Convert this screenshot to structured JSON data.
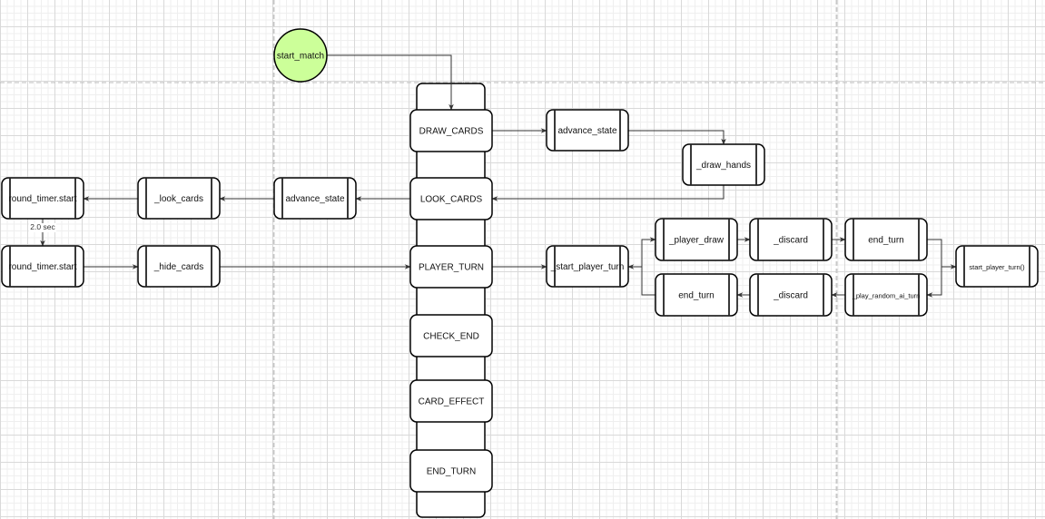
{
  "diagram": {
    "colors": {
      "start_fill": "#ccff99",
      "node_stroke": "#000000",
      "edge_stroke": "#333333",
      "divider": "#c8c8c8"
    },
    "start_node": {
      "id": "start_match",
      "label": "start_match"
    },
    "state_column": [
      {
        "id": "draw_cards",
        "label": "DRAW_CARDS"
      },
      {
        "id": "look_cards",
        "label": "LOOK_CARDS"
      },
      {
        "id": "player_turn",
        "label": "PLAYER_TURN"
      },
      {
        "id": "check_end",
        "label": "CHECK_END"
      },
      {
        "id": "card_effect",
        "label": "CARD_EFFECT"
      },
      {
        "id": "end_turn_state",
        "label": "END_TURN"
      }
    ],
    "process_nodes": [
      {
        "id": "advance_state_right",
        "label": "advance_state"
      },
      {
        "id": "draw_hands",
        "label": "_draw_hands"
      },
      {
        "id": "advance_state_left",
        "label": "advance_state"
      },
      {
        "id": "look_cards_fn",
        "label": "_look_cards"
      },
      {
        "id": "round_timer_1",
        "label": "round_timer.start"
      },
      {
        "id": "round_timer_2",
        "label": "round_timer.start"
      },
      {
        "id": "hide_cards",
        "label": "_hide_cards"
      },
      {
        "id": "start_player_turn_fn",
        "label": "_start_player_turn"
      },
      {
        "id": "player_draw",
        "label": "_player_draw"
      },
      {
        "id": "discard_top",
        "label": "_discard"
      },
      {
        "id": "end_turn_top",
        "label": "end_turn"
      },
      {
        "id": "start_player_turn_call",
        "label": "start_player_turn()"
      },
      {
        "id": "play_random_ai_turn",
        "label": "_play_random_ai_turn"
      },
      {
        "id": "discard_bottom",
        "label": "_discard"
      },
      {
        "id": "end_turn_bottom",
        "label": "end_turn"
      }
    ],
    "edges": [
      {
        "from": "start_match",
        "to": "draw_cards",
        "label": ""
      },
      {
        "from": "draw_cards",
        "to": "advance_state_right",
        "label": ""
      },
      {
        "from": "advance_state_right",
        "to": "draw_hands",
        "label": ""
      },
      {
        "from": "draw_hands",
        "to": "look_cards",
        "label": ""
      },
      {
        "from": "look_cards",
        "to": "advance_state_left",
        "label": ""
      },
      {
        "from": "advance_state_left",
        "to": "look_cards_fn",
        "label": ""
      },
      {
        "from": "look_cards_fn",
        "to": "round_timer_1",
        "label": ""
      },
      {
        "from": "round_timer_1",
        "to": "round_timer_2",
        "label": "2.0 sec"
      },
      {
        "from": "round_timer_2",
        "to": "hide_cards",
        "label": ""
      },
      {
        "from": "hide_cards",
        "to": "player_turn",
        "label": ""
      },
      {
        "from": "player_turn",
        "to": "start_player_turn_fn",
        "label": ""
      },
      {
        "from": "start_player_turn_fn",
        "to": "player_draw",
        "label": ""
      },
      {
        "from": "player_draw",
        "to": "discard_top",
        "label": ""
      },
      {
        "from": "discard_top",
        "to": "end_turn_top",
        "label": ""
      },
      {
        "from": "end_turn_top",
        "to": "start_player_turn_call",
        "label": ""
      },
      {
        "from": "end_turn_top",
        "to": "play_random_ai_turn",
        "label": ""
      },
      {
        "from": "play_random_ai_turn",
        "to": "discard_bottom",
        "label": ""
      },
      {
        "from": "discard_bottom",
        "to": "end_turn_bottom",
        "label": ""
      },
      {
        "from": "end_turn_bottom",
        "to": "start_player_turn_fn",
        "label": ""
      }
    ]
  }
}
